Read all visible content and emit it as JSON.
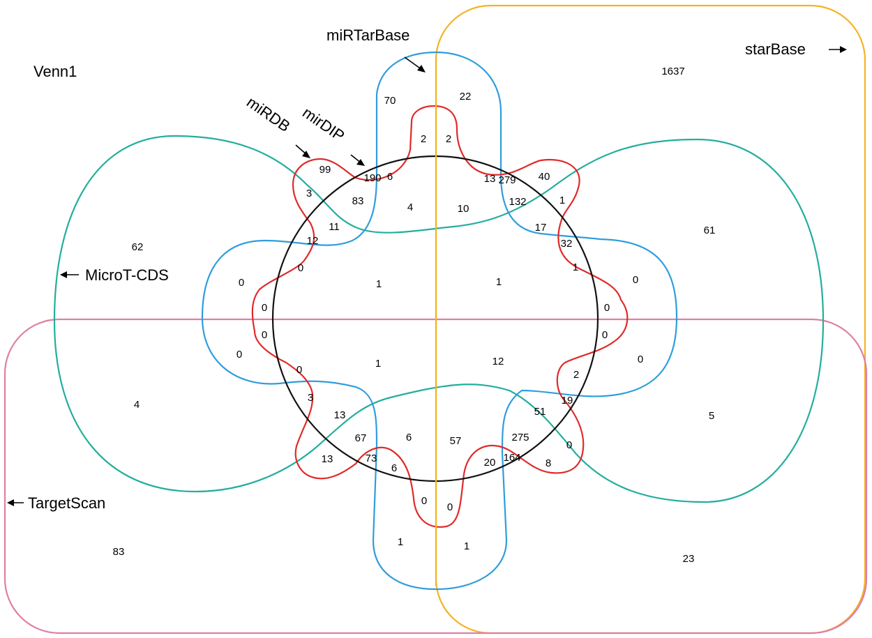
{
  "title": "Venn1",
  "colors": {
    "starBase": "#f5b324",
    "TargetScan": "#de7fa6",
    "MicroT-CDS": "#23ae9c",
    "miRTarBase": "#2f9ddc",
    "miRDB": "#e02a2a",
    "mirDIP": "#111111"
  },
  "sets": {
    "starBase": "starBase",
    "TargetScan": "TargetScan",
    "microT": "MicroT-CDS",
    "miRTarBase": "miRTarBase",
    "miRDB": "miRDB",
    "mirDIP": "mirDIP"
  },
  "regions": [
    "1637",
    "62",
    "61",
    "4",
    "5",
    "83",
    "23",
    "70",
    "22",
    "2",
    "2",
    "99",
    "190",
    "6",
    "3",
    "83",
    "4",
    "10",
    "13",
    "279",
    "40",
    "132",
    "1",
    "11",
    "17",
    "12",
    "32",
    "0",
    "1",
    "1",
    "1",
    "0",
    "0",
    "0",
    "0",
    "0",
    "0",
    "0",
    "0",
    "1",
    "12",
    "2",
    "0",
    "3",
    "13",
    "51",
    "19",
    "67",
    "6",
    "57",
    "275",
    "0",
    "13",
    "73",
    "6",
    "20",
    "164",
    "8",
    "0",
    "0",
    "1",
    "1"
  ]
}
